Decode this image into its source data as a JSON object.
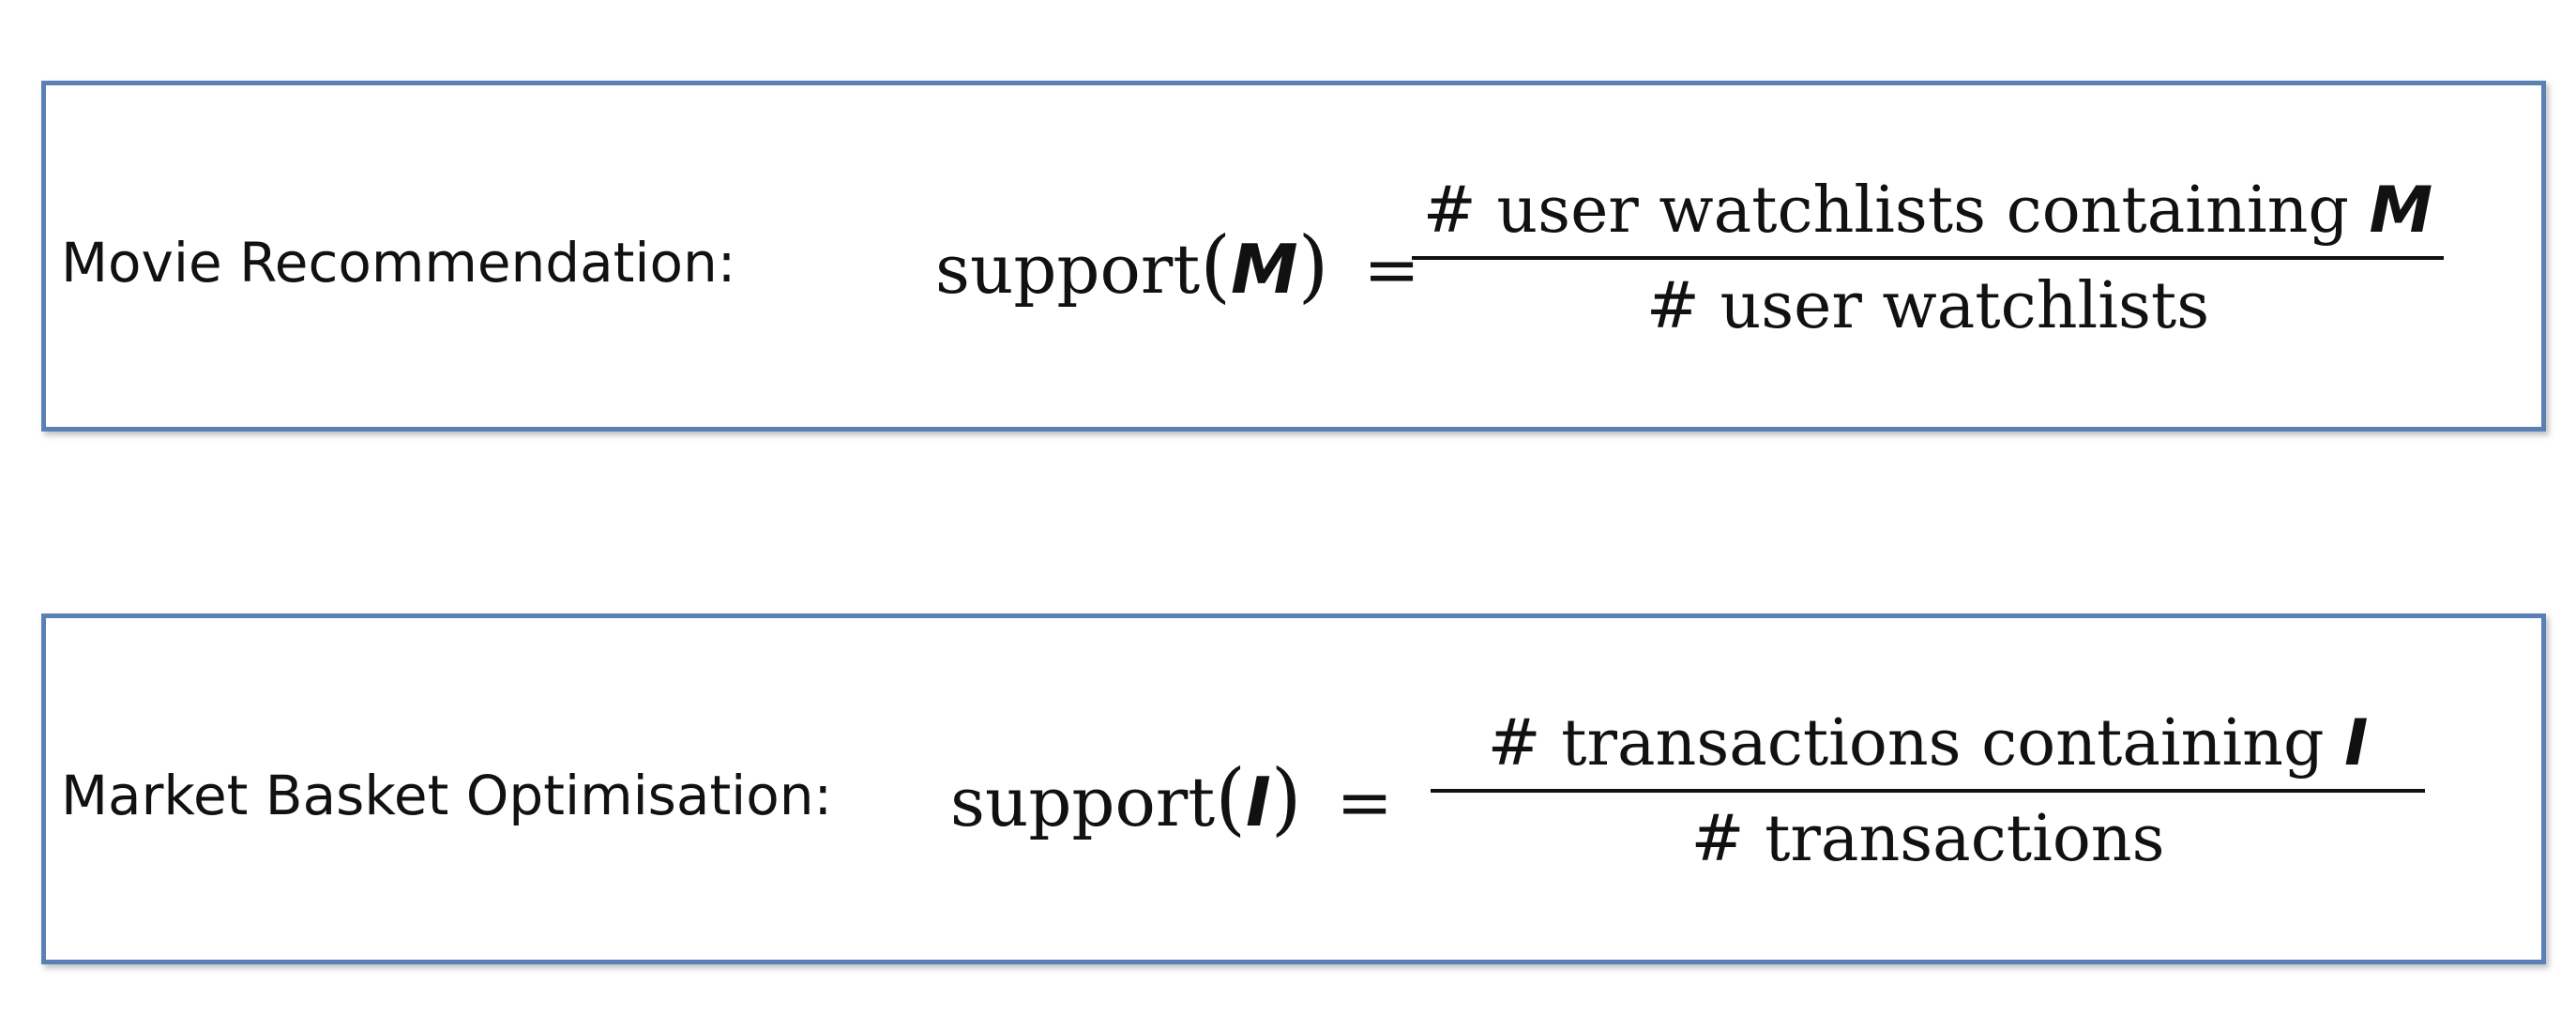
{
  "rows": [
    {
      "label": "Movie Recommendation:",
      "func": "support",
      "open_paren": "(",
      "var": "M",
      "close_paren": ")",
      "equals": "=",
      "numerator": "# user watchlists containing",
      "numerator_var": "M",
      "denominator": "# user watchlists"
    },
    {
      "label": "Market Basket Optimisation:",
      "func": "support",
      "open_paren": "(",
      "var": "I",
      "close_paren": ")",
      "equals": "=",
      "numerator": "# transactions containing",
      "numerator_var": "I",
      "denominator": "# transactions"
    }
  ],
  "colors": {
    "border": "#5a80b5",
    "text": "#111111"
  }
}
